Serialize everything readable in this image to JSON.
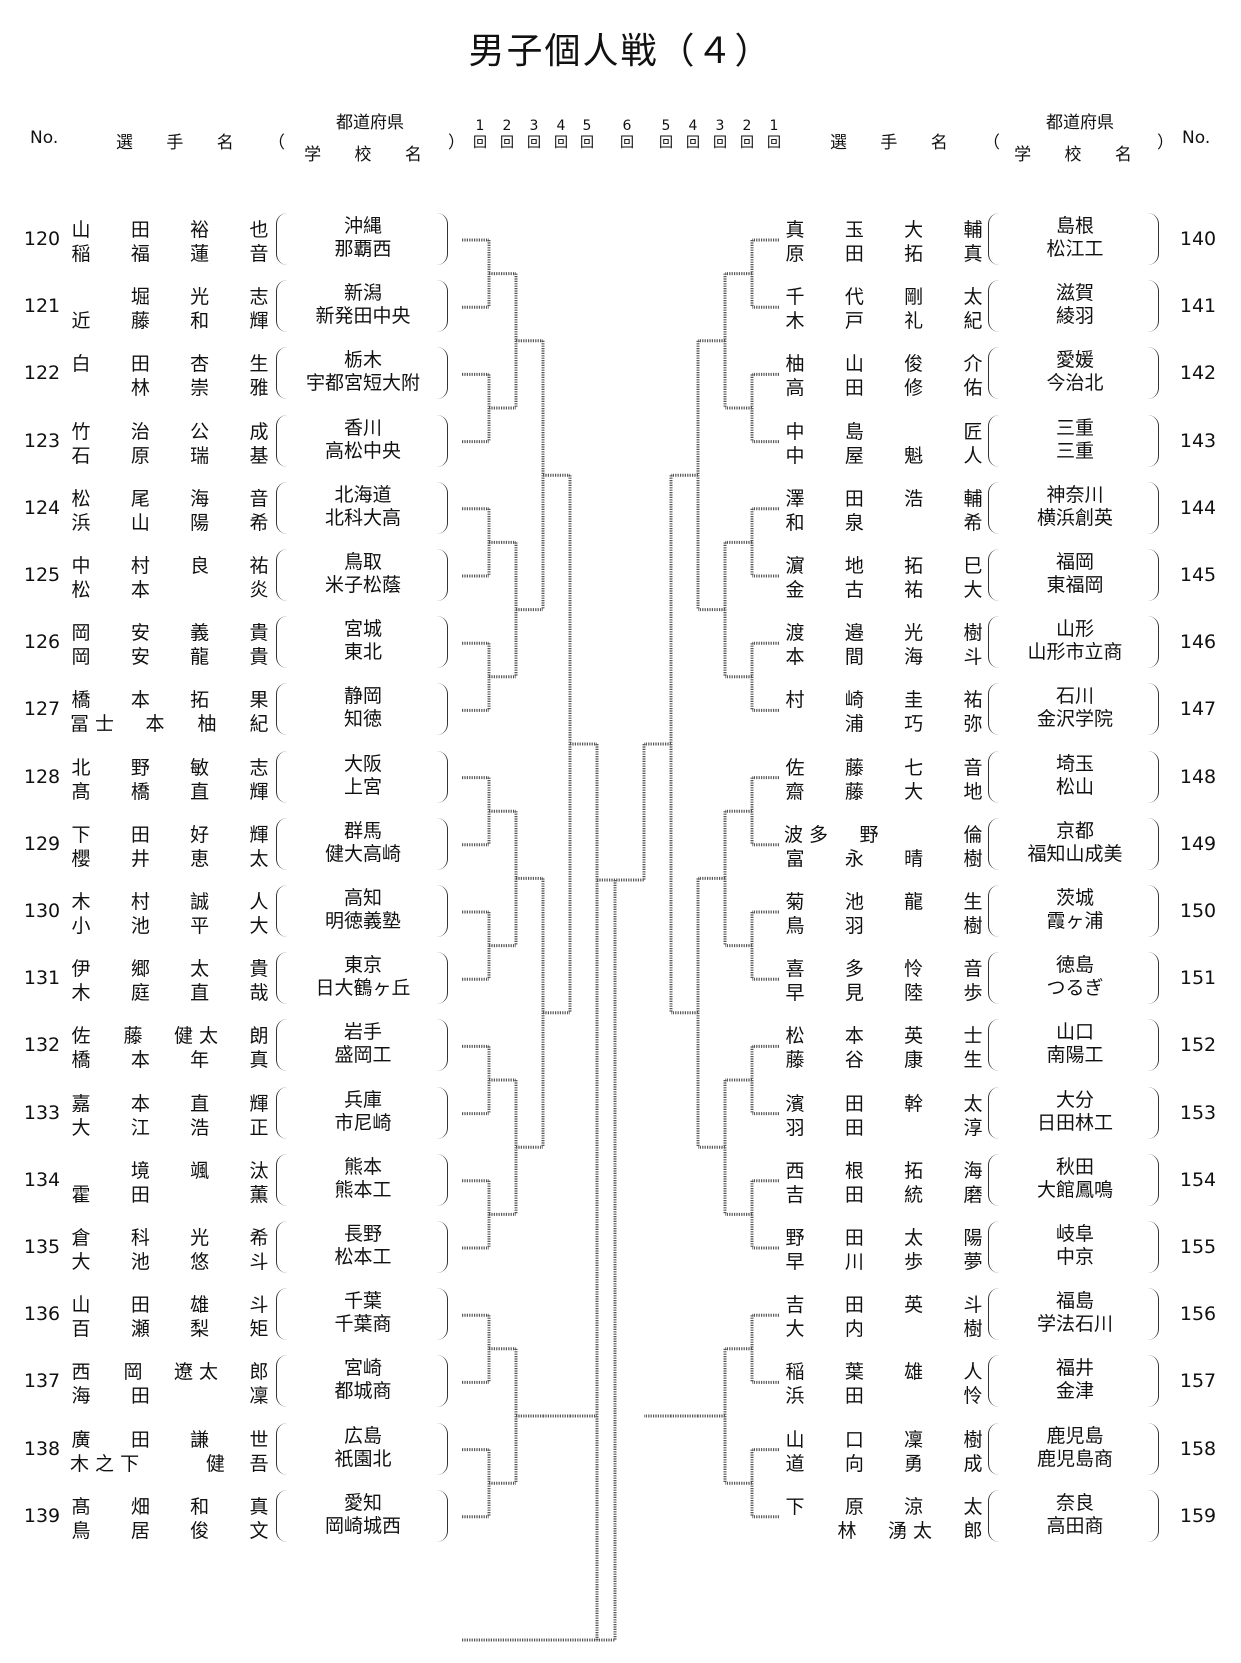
{
  "title": "男子個人戦（４）",
  "header": {
    "no": "No.",
    "player": "選 手 名",
    "open_paren": "（",
    "close_paren": "）",
    "prefecture": "都道府県",
    "school": "学 校 名",
    "rounds_left": [
      "1\n回",
      "2\n回",
      "3\n回",
      "4\n回",
      "5\n回",
      "6\n回"
    ],
    "rounds_right": [
      "5\n回",
      "4\n回",
      "3\n回",
      "2\n回",
      "1\n回"
    ]
  },
  "left_entries": [
    {
      "no": "120",
      "p1": [
        "山",
        "田",
        "裕",
        "也"
      ],
      "p2": [
        "稲",
        "福",
        "蓮",
        "音"
      ],
      "pref": "沖縄",
      "school": "那覇西"
    },
    {
      "no": "121",
      "p1": [
        "",
        "堀",
        "光",
        "志"
      ],
      "p2": [
        "近",
        "藤",
        "和",
        "輝"
      ],
      "pref": "新潟",
      "school": "新発田中央"
    },
    {
      "no": "122",
      "p1": [
        "白",
        "田",
        "杏",
        "生"
      ],
      "p2": [
        "",
        "林",
        "崇",
        "雅"
      ],
      "pref": "栃木",
      "school": "宇都宮短大附"
    },
    {
      "no": "123",
      "p1": [
        "竹",
        "治",
        "公",
        "成"
      ],
      "p2": [
        "石",
        "原",
        "瑞",
        "基"
      ],
      "pref": "香川",
      "school": "高松中央"
    },
    {
      "no": "124",
      "p1": [
        "松",
        "尾",
        "海",
        "音"
      ],
      "p2": [
        "浜",
        "山",
        "陽",
        "希"
      ],
      "pref": "北海道",
      "school": "北科大高"
    },
    {
      "no": "125",
      "p1": [
        "中",
        "村",
        "良",
        "祐"
      ],
      "p2": [
        "松",
        "本",
        "",
        "炎"
      ],
      "pref": "鳥取",
      "school": "米子松蔭"
    },
    {
      "no": "126",
      "p1": [
        "岡",
        "安",
        "義",
        "貴"
      ],
      "p2": [
        "岡",
        "安",
        "龍",
        "貴"
      ],
      "pref": "宮城",
      "school": "東北"
    },
    {
      "no": "127",
      "p1": [
        "橋",
        "本",
        "拓",
        "果"
      ],
      "p2": [
        "冨 士",
        "本",
        "柚",
        "紀"
      ],
      "pref": "静岡",
      "school": "知徳"
    },
    {
      "no": "128",
      "p1": [
        "北",
        "野",
        "敏",
        "志"
      ],
      "p2": [
        "髙",
        "橋",
        "直",
        "輝"
      ],
      "pref": "大阪",
      "school": "上宮"
    },
    {
      "no": "129",
      "p1": [
        "下",
        "田",
        "好",
        "輝"
      ],
      "p2": [
        "櫻",
        "井",
        "恵",
        "太"
      ],
      "pref": "群馬",
      "school": "健大高崎"
    },
    {
      "no": "130",
      "p1": [
        "木",
        "村",
        "誠",
        "人"
      ],
      "p2": [
        "小",
        "池",
        "平",
        "大"
      ],
      "pref": "高知",
      "school": "明徳義塾"
    },
    {
      "no": "131",
      "p1": [
        "伊",
        "郷",
        "太",
        "貴"
      ],
      "p2": [
        "木",
        "庭",
        "直",
        "哉"
      ],
      "pref": "東京",
      "school": "日大鶴ヶ丘"
    },
    {
      "no": "132",
      "p1": [
        "佐",
        "藤",
        "健 太",
        "朗"
      ],
      "p2": [
        "橋",
        "本",
        "年",
        "真"
      ],
      "pref": "岩手",
      "school": "盛岡工"
    },
    {
      "no": "133",
      "p1": [
        "嘉",
        "本",
        "直",
        "輝"
      ],
      "p2": [
        "大",
        "江",
        "浩",
        "正"
      ],
      "pref": "兵庫",
      "school": "市尼崎"
    },
    {
      "no": "134",
      "p1": [
        "",
        "境",
        "颯",
        "汰"
      ],
      "p2": [
        "霍",
        "田",
        "",
        "薫"
      ],
      "pref": "熊本",
      "school": "熊本工"
    },
    {
      "no": "135",
      "p1": [
        "倉",
        "科",
        "光",
        "希"
      ],
      "p2": [
        "大",
        "池",
        "悠",
        "斗"
      ],
      "pref": "長野",
      "school": "松本工"
    },
    {
      "no": "136",
      "p1": [
        "山",
        "田",
        "雄",
        "斗"
      ],
      "p2": [
        "百",
        "瀬",
        "梨",
        "矩"
      ],
      "pref": "千葉",
      "school": "千葉商"
    },
    {
      "no": "137",
      "p1": [
        "西",
        "岡",
        "遼 太",
        "郎"
      ],
      "p2": [
        "海",
        "田",
        "",
        "凜"
      ],
      "pref": "宮崎",
      "school": "都城商"
    },
    {
      "no": "138",
      "p1": [
        "廣",
        "田",
        "謙",
        "世"
      ],
      "p2": [
        "木 之 下",
        "",
        "健",
        "吾"
      ],
      "pref": "広島",
      "school": "祇園北"
    },
    {
      "no": "139",
      "p1": [
        "髙",
        "畑",
        "和",
        "真"
      ],
      "p2": [
        "鳥",
        "居",
        "俊",
        "文"
      ],
      "pref": "愛知",
      "school": "岡崎城西"
    }
  ],
  "right_entries": [
    {
      "no": "140",
      "p1": [
        "真",
        "玉",
        "大",
        "輔"
      ],
      "p2": [
        "原",
        "田",
        "拓",
        "真"
      ],
      "pref": "島根",
      "school": "松江工"
    },
    {
      "no": "141",
      "p1": [
        "千",
        "代",
        "剛",
        "太"
      ],
      "p2": [
        "木",
        "戸",
        "礼",
        "紀"
      ],
      "pref": "滋賀",
      "school": "綾羽"
    },
    {
      "no": "142",
      "p1": [
        "柚",
        "山",
        "俊",
        "介"
      ],
      "p2": [
        "高",
        "田",
        "修",
        "佑"
      ],
      "pref": "愛媛",
      "school": "今治北"
    },
    {
      "no": "143",
      "p1": [
        "中",
        "島",
        "",
        "匠"
      ],
      "p2": [
        "中",
        "屋",
        "魁",
        "人"
      ],
      "pref": "三重",
      "school": "三重"
    },
    {
      "no": "144",
      "p1": [
        "澤",
        "田",
        "浩",
        "輔"
      ],
      "p2": [
        "和",
        "泉",
        "",
        "希"
      ],
      "pref": "神奈川",
      "school": "横浜創英"
    },
    {
      "no": "145",
      "p1": [
        "濵",
        "地",
        "拓",
        "巳"
      ],
      "p2": [
        "金",
        "古",
        "祐",
        "大"
      ],
      "pref": "福岡",
      "school": "東福岡"
    },
    {
      "no": "146",
      "p1": [
        "渡",
        "邉",
        "光",
        "樹"
      ],
      "p2": [
        "本",
        "間",
        "海",
        "斗"
      ],
      "pref": "山形",
      "school": "山形市立商"
    },
    {
      "no": "147",
      "p1": [
        "村",
        "崎",
        "圭",
        "祐"
      ],
      "p2": [
        "",
        "浦",
        "巧",
        "弥"
      ],
      "pref": "石川",
      "school": "金沢学院"
    },
    {
      "no": "148",
      "p1": [
        "佐",
        "藤",
        "七",
        "音"
      ],
      "p2": [
        "齋",
        "藤",
        "大",
        "地"
      ],
      "pref": "埼玉",
      "school": "松山"
    },
    {
      "no": "149",
      "p1": [
        "波 多",
        "野",
        "",
        "倫"
      ],
      "p2": [
        "富",
        "永",
        "晴",
        "樹"
      ],
      "pref": "京都",
      "school": "福知山成美"
    },
    {
      "no": "150",
      "p1": [
        "菊",
        "池",
        "龍",
        "生"
      ],
      "p2": [
        "鳥",
        "羽",
        "",
        "樹"
      ],
      "pref": "茨城",
      "school": "霞ヶ浦"
    },
    {
      "no": "151",
      "p1": [
        "喜",
        "多",
        "怜",
        "音"
      ],
      "p2": [
        "早",
        "見",
        "陸",
        "歩"
      ],
      "pref": "徳島",
      "school": "つるぎ"
    },
    {
      "no": "152",
      "p1": [
        "松",
        "本",
        "英",
        "士"
      ],
      "p2": [
        "藤",
        "谷",
        "康",
        "生"
      ],
      "pref": "山口",
      "school": "南陽工"
    },
    {
      "no": "153",
      "p1": [
        "濱",
        "田",
        "幹",
        "太"
      ],
      "p2": [
        "羽",
        "田",
        "",
        "淳"
      ],
      "pref": "大分",
      "school": "日田林工"
    },
    {
      "no": "154",
      "p1": [
        "西",
        "根",
        "拓",
        "海"
      ],
      "p2": [
        "吉",
        "田",
        "統",
        "磨"
      ],
      "pref": "秋田",
      "school": "大館鳳鳴"
    },
    {
      "no": "155",
      "p1": [
        "野",
        "田",
        "太",
        "陽"
      ],
      "p2": [
        "早",
        "川",
        "歩",
        "夢"
      ],
      "pref": "岐阜",
      "school": "中京"
    },
    {
      "no": "156",
      "p1": [
        "吉",
        "田",
        "英",
        "斗"
      ],
      "p2": [
        "大",
        "内",
        "",
        "樹"
      ],
      "pref": "福島",
      "school": "学法石川"
    },
    {
      "no": "157",
      "p1": [
        "稲",
        "葉",
        "雄",
        "人"
      ],
      "p2": [
        "浜",
        "田",
        "",
        "怜"
      ],
      "pref": "福井",
      "school": "金津"
    },
    {
      "no": "158",
      "p1": [
        "山",
        "口",
        "凜",
        "樹"
      ],
      "p2": [
        "道",
        "向",
        "勇",
        "成"
      ],
      "pref": "鹿児島",
      "school": "鹿児島商"
    },
    {
      "no": "159",
      "p1": [
        "下",
        "原",
        "涼",
        "太"
      ],
      "p2": [
        "",
        "林",
        "湧 太",
        "郎"
      ],
      "pref": "奈良",
      "school": "高田商"
    }
  ]
}
